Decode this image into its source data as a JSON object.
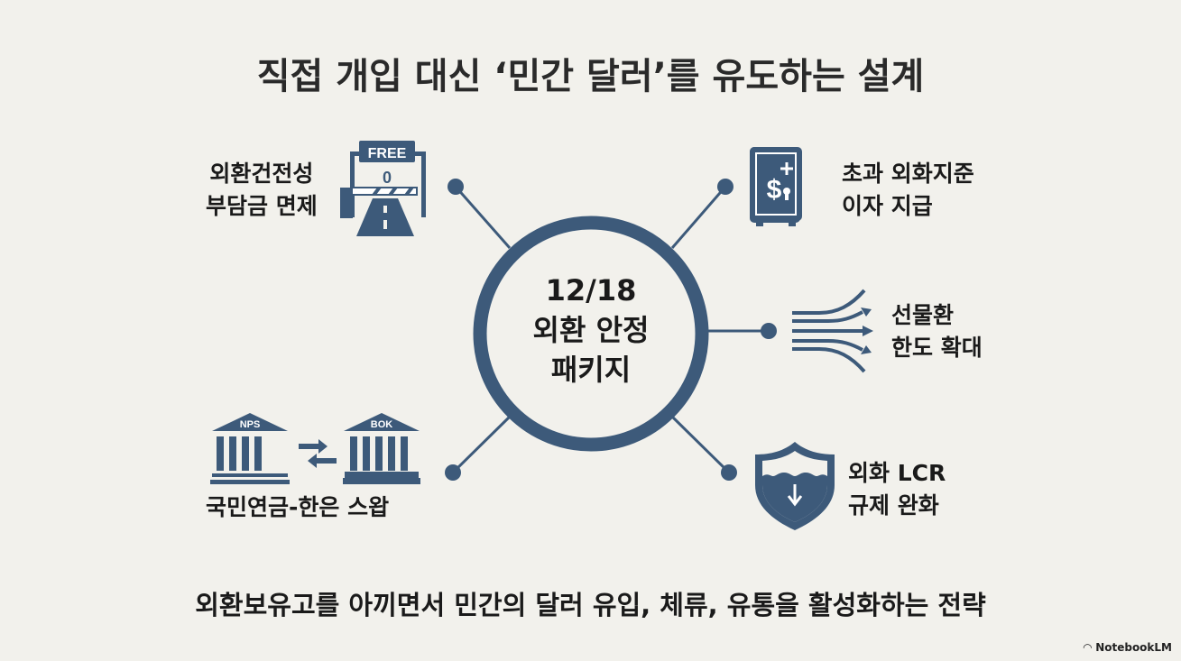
{
  "title": "직접 개입 대신 ‘민간 달러’를 유도하는 설계",
  "center": {
    "line1": "12/18",
    "line2": "외환 안정",
    "line3": "패키지"
  },
  "nodes": [
    {
      "line1": "외환건전성",
      "line2": "부담금 면제",
      "icon": "toll-gate-free-icon",
      "sign": "FREE",
      "value": "0"
    },
    {
      "line1": "초과 외화지준",
      "line2": "이자 지급",
      "icon": "dollar-safe-icon"
    },
    {
      "line1": "선물환",
      "line2": "한도 확대",
      "icon": "expanding-arrows-icon"
    },
    {
      "line1": "국민연금-한은 스왑",
      "icon": "bank-swap-icon",
      "left_bank": "NPS",
      "right_bank": "BOK"
    },
    {
      "line1": "외화 LCR",
      "line2": "규제 완화",
      "icon": "shield-water-icon"
    }
  ],
  "subtitle": "외환보유고를 아끼면서 민간의 달러 유입, 체류, 유통을 활성화하는 전략",
  "brand": "NotebookLM",
  "colors": {
    "accent": "#3d5a7a",
    "background": "#f2f1ec"
  }
}
